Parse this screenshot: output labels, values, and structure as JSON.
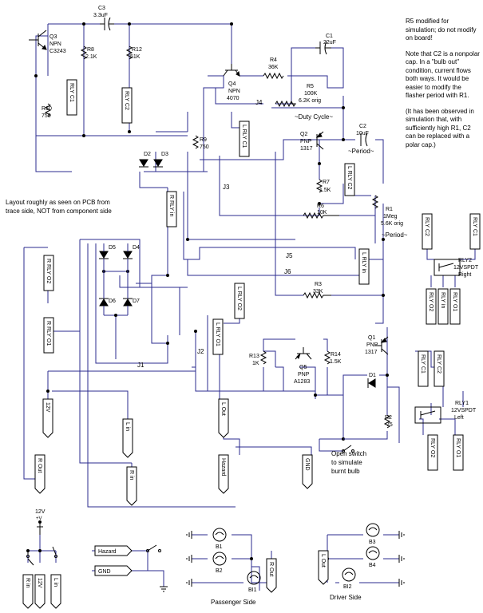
{
  "notes": {
    "note1": "R5 modified for simulation; do not modify on board!",
    "note2": "Note that C2 is a nonpolar cap.  In a \"bulb out\" condition, current flows both ways.  It would be easier to modify the flasher period with R1.",
    "note3": "(It has been observed in simulation that, with sufficiently high R1, C2 can be replaced with a polar cap.)",
    "layout_line1": "Layout roughly as seen on PCB from",
    "layout_line2": "trace side, NOT from component side",
    "switch_line1": "Open switch",
    "switch_line2": "to simulate",
    "switch_line3": "burnt bulb"
  },
  "components": {
    "c3": {
      "name": "C3",
      "value": "3.3uF"
    },
    "q3": {
      "name": "Q3",
      "type": "NPN",
      "part": "C3243"
    },
    "r8": {
      "name": "R8",
      "value": "2.1K"
    },
    "r12": {
      "name": "R12",
      "value": "51K"
    },
    "q4": {
      "name": "Q4",
      "type": "NPN",
      "part": "4070"
    },
    "r4": {
      "name": "R4",
      "value": "36K"
    },
    "c1": {
      "name": "C1",
      "value": "22uF"
    },
    "r5": {
      "name": "R5",
      "value": "100K",
      "orig": "6.2K orig"
    },
    "duty": "~Duty Cycle~",
    "r10": {
      "name": "R10",
      "value": "750"
    },
    "r9": {
      "name": "R9",
      "value": "750"
    },
    "q2": {
      "name": "Q2",
      "type": "PNP",
      "part": "1317"
    },
    "c2": {
      "name": "C2",
      "value": "10uF"
    },
    "period1": "~Period~",
    "period2": "~Period~",
    "r7": {
      "name": "R7",
      "value": "1.5K"
    },
    "r6": {
      "name": "R6",
      "value": "10K"
    },
    "r1": {
      "name": "R1",
      "value": "1Meg",
      "orig": "5.6K orig"
    },
    "r3": {
      "name": "R3",
      "value": "33K"
    },
    "q1": {
      "name": "Q1",
      "type": "PNP",
      "part": "1317"
    },
    "r13": {
      "name": "R13",
      "value": "1K"
    },
    "r14": {
      "name": "R14",
      "value": "1.5K"
    },
    "q5": {
      "name": "Q5",
      "type": "PNP",
      "part": "A1283"
    },
    "r2": {
      "name": "R2",
      "value": "75"
    },
    "d1": "D1",
    "d2": "D2",
    "d3": "D3",
    "d4": "D4",
    "d5": "D5",
    "d6": "D6",
    "d7": "D7",
    "rly2": {
      "name": "RLY2",
      "type": "12VSPDT",
      "side": "Right"
    },
    "rly1": {
      "name": "RLY1",
      "type": "12VSPDT",
      "side": "Left"
    },
    "b1": "B1",
    "b2": "B2",
    "b3": "B3",
    "b4": "B4",
    "bi1": "BI1",
    "bi2": "BI2"
  },
  "jumpers": {
    "j1": "J1",
    "j2": "J2",
    "j3": "J3",
    "j4": "J4",
    "j5": "J5",
    "j6": "J6"
  },
  "net_labels": {
    "rlyc1": "RLY C1",
    "rlyc2": "RLY C2",
    "lrlyc1": "L RLY C1",
    "lrlyc2": "L RLY C2",
    "rrlyin": "R RLY in",
    "lrlyin": "L RLY in",
    "rrlyo2": "R RLY O2",
    "rrlyo1": "R RLY O1",
    "lrlyo2": "L RLY O2",
    "lrlyo1": "L RLY O1",
    "v12": "12V",
    "lin": "L in",
    "rin": "R in",
    "lout": "L Out",
    "rout": "R Out",
    "hazard": "Hazard",
    "gnd": "GND",
    "rlyc2b": "RLY C2",
    "rlyo2b": "RLY O2",
    "rlyinb": "RLY in",
    "rlyo1b": "RLY O1",
    "rlyc1b": "RLY C1",
    "rlyc2c": "RLY C2",
    "rlyo2c": "RLY O2",
    "rlyo1c": "RLY O1"
  },
  "supply": {
    "v12": "12V",
    "plusv": "+V"
  },
  "captions": {
    "passenger": "Passenger Side",
    "driver": "Driver Side"
  }
}
